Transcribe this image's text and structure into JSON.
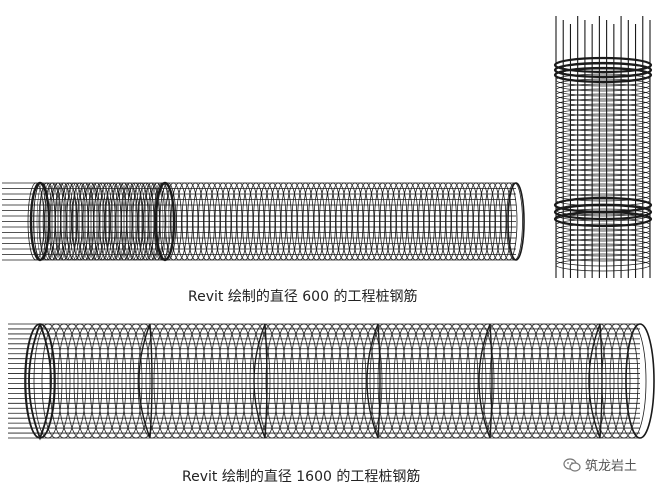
{
  "captions": {
    "top": "Revit 绘制的直径 600 的工程桩钢筋",
    "bottom": "Revit 绘制的直径 1600 的工程桩钢筋"
  },
  "watermark": {
    "text": "筑龙岩土",
    "icon": "wechat-icon"
  },
  "colors": {
    "rebar": "#1a1a1a",
    "background": "#ffffff",
    "caption": "#222222"
  }
}
